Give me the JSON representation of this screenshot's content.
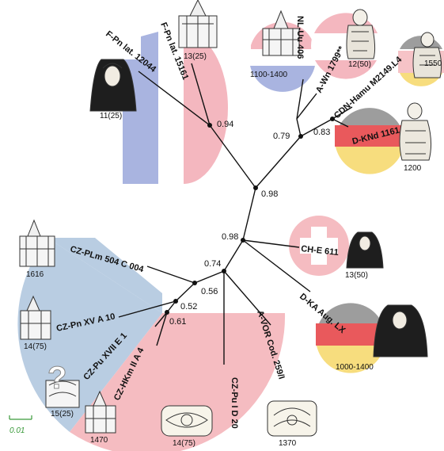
{
  "colors": {
    "blue": "#a9b4e0",
    "pink": "#f4b7bf",
    "light_blue": "#b9cde2",
    "red_light": "#f5bcc1",
    "grey": "#9d9d9d",
    "ger_red": "#e9595c",
    "gold": "#f7dd7e",
    "line": "#111111",
    "scale_green": "#3a9a3a"
  },
  "tree": {
    "leaves": {
      "fpn12044": "F-Pn lat. 12044",
      "fpn15161": "F-Pn lat. 15161",
      "nluu406": "NL-Uu 406",
      "awn1799": "A-Wn 1799**",
      "cdnhamu": "CDN-Hamu M2149.L4",
      "dknd1161": "D-KNd 1161",
      "che611": "CH-E 611",
      "dkaaug": "D-KA Aug. LX",
      "avor": "A-VOR Cod. 259/I",
      "czpu1d20": "CZ-Pu I D 20",
      "czhkm": "CZ-HKm II A 4",
      "czpuxvii": "CZ-Pu XVII E 1",
      "czpnxv": "CZ-Pn XV A 10",
      "czplm": "CZ-PLm 504 C 004"
    },
    "support": {
      "n094": "0.94",
      "n079": "0.79",
      "n083": "0.83",
      "n098top": "0.98",
      "n098mid": "0.98",
      "n074": "0.74",
      "n056": "0.56",
      "n052": "0.52",
      "n061": "0.61"
    }
  },
  "annotations": {
    "a11_25": "11(25)",
    "a13_25": "13(25)",
    "a1100": "1100-1400",
    "a12_50": "12(50)",
    "a1550": "1550",
    "a1200": "1200",
    "a13_50": "13(50)",
    "a1000": "1000-1400",
    "a1616": "1616",
    "a14_75a": "14(75)",
    "a15_25": "15(25)",
    "a1470": "1470",
    "a14_75b": "14(75)",
    "a1370": "1370",
    "question": "?"
  },
  "scale_bar": {
    "label": "0.01"
  }
}
